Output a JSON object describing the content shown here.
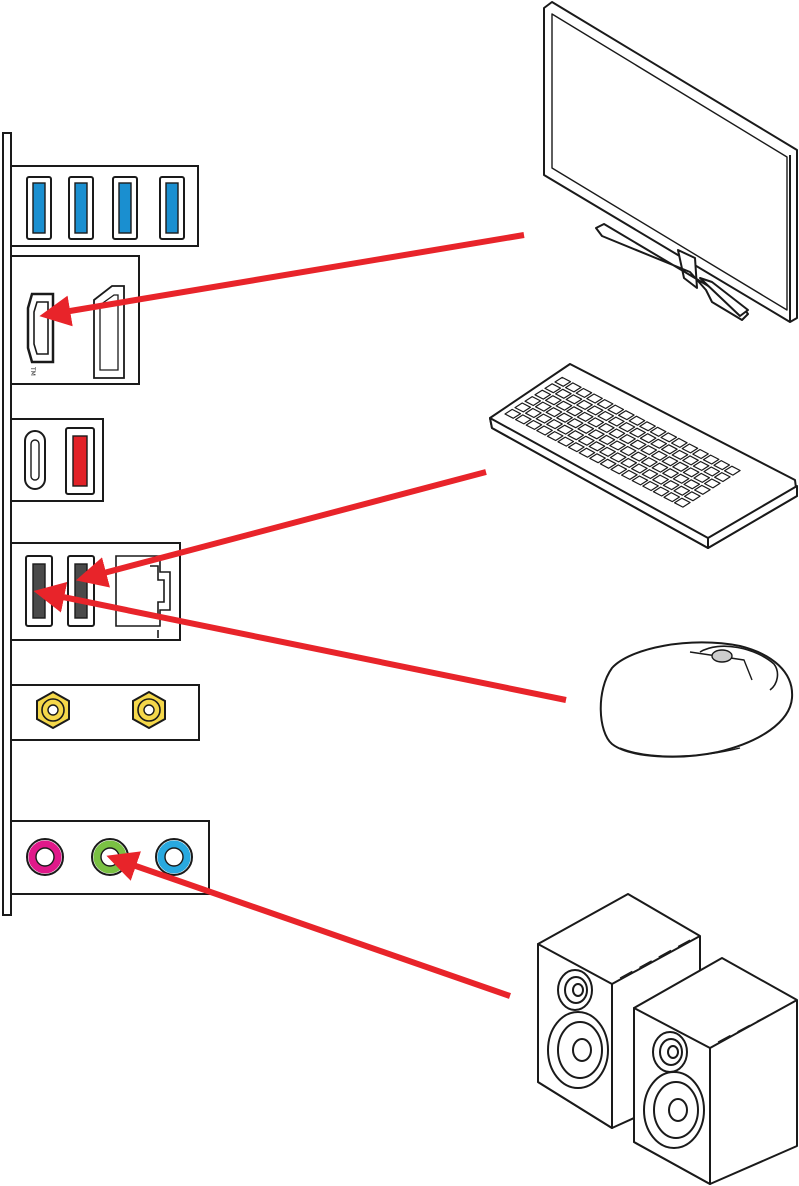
{
  "figure": {
    "hdmi_mark": "TM"
  },
  "io_panel": {
    "groups": [
      {
        "name": "usb-a-4-port-group",
        "ports": [
          "usb-a",
          "usb-a",
          "usb-a",
          "usb-a"
        ]
      },
      {
        "name": "hdmi-displayport-group",
        "ports": [
          "hdmi",
          "displayport"
        ]
      },
      {
        "name": "usb-c-usb-a-group",
        "ports": [
          "usb-c",
          "usb-a"
        ]
      },
      {
        "name": "usb-lan-group",
        "ports": [
          "usb-a",
          "usb-a",
          "lan-rj45"
        ]
      },
      {
        "name": "antenna-group",
        "ports": [
          "antenna",
          "antenna"
        ]
      },
      {
        "name": "audio-group",
        "ports": [
          "audio-mic-in",
          "audio-line-out",
          "audio-line-in"
        ]
      }
    ]
  },
  "devices": [
    "monitor",
    "keyboard",
    "mouse",
    "speakers"
  ],
  "connections": [
    {
      "from": "monitor",
      "to": "hdmi"
    },
    {
      "from": "keyboard",
      "to": "usb-a"
    },
    {
      "from": "mouse",
      "to": "usb-a"
    },
    {
      "from": "speakers",
      "to": "audio-line-out"
    }
  ],
  "colors": {
    "usb3_blue": "#1a8fd0",
    "usb_red": "#e22228",
    "usb2_dark": "#4a4a4a",
    "antenna_gold": "#f5d84a",
    "audio_pink": "#e0198a",
    "audio_green": "#7ac143",
    "audio_blue": "#29a9e0",
    "arrow_red": "#e8242a",
    "outline": "#1a1a1a"
  }
}
